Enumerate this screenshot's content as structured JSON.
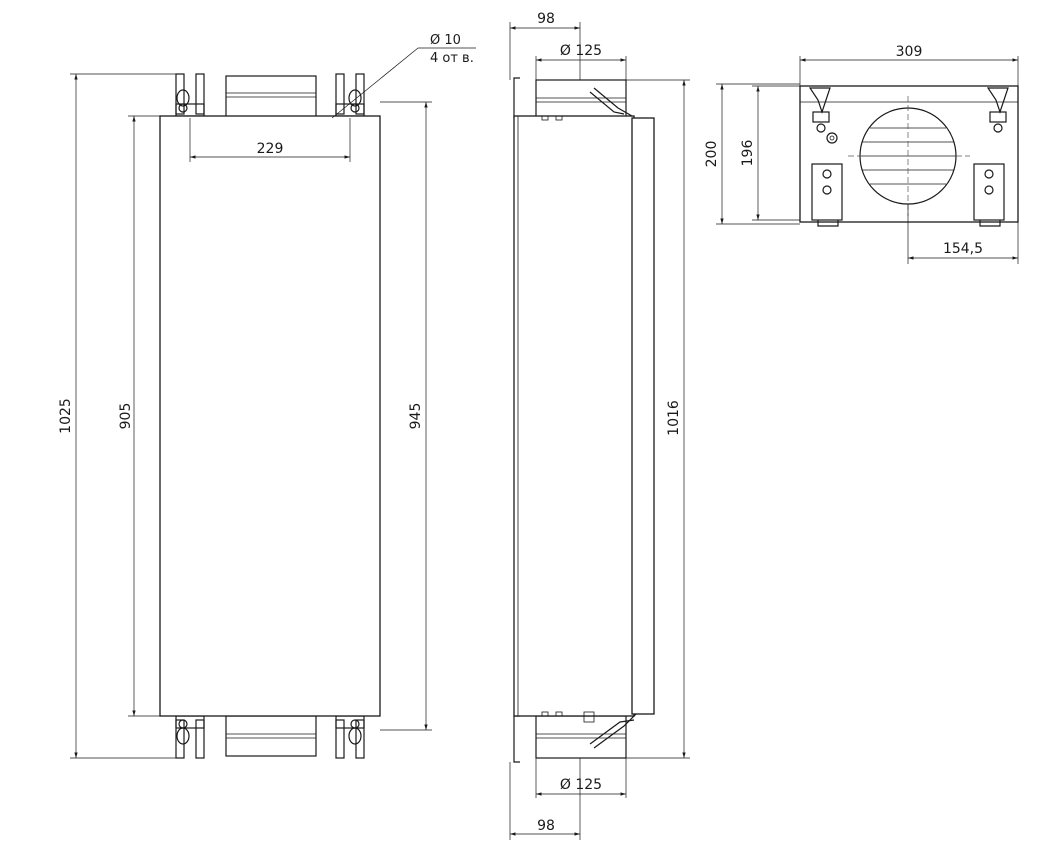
{
  "drawing": {
    "front_view": {
      "overall_height": "1025",
      "body_height": "905",
      "bracket_span": "945",
      "bracket_spacing": "229",
      "hole_diameter": "Ø 10",
      "hole_count": "4 от в."
    },
    "side_view": {
      "top_offset": "98",
      "top_duct_diameter": "Ø 125",
      "overall_height": "1016",
      "bottom_duct_diameter": "Ø 125",
      "bottom_offset": "98"
    },
    "top_view": {
      "width": "309",
      "height_outer": "200",
      "height_inner": "196",
      "duct_offset": "154,5"
    }
  }
}
